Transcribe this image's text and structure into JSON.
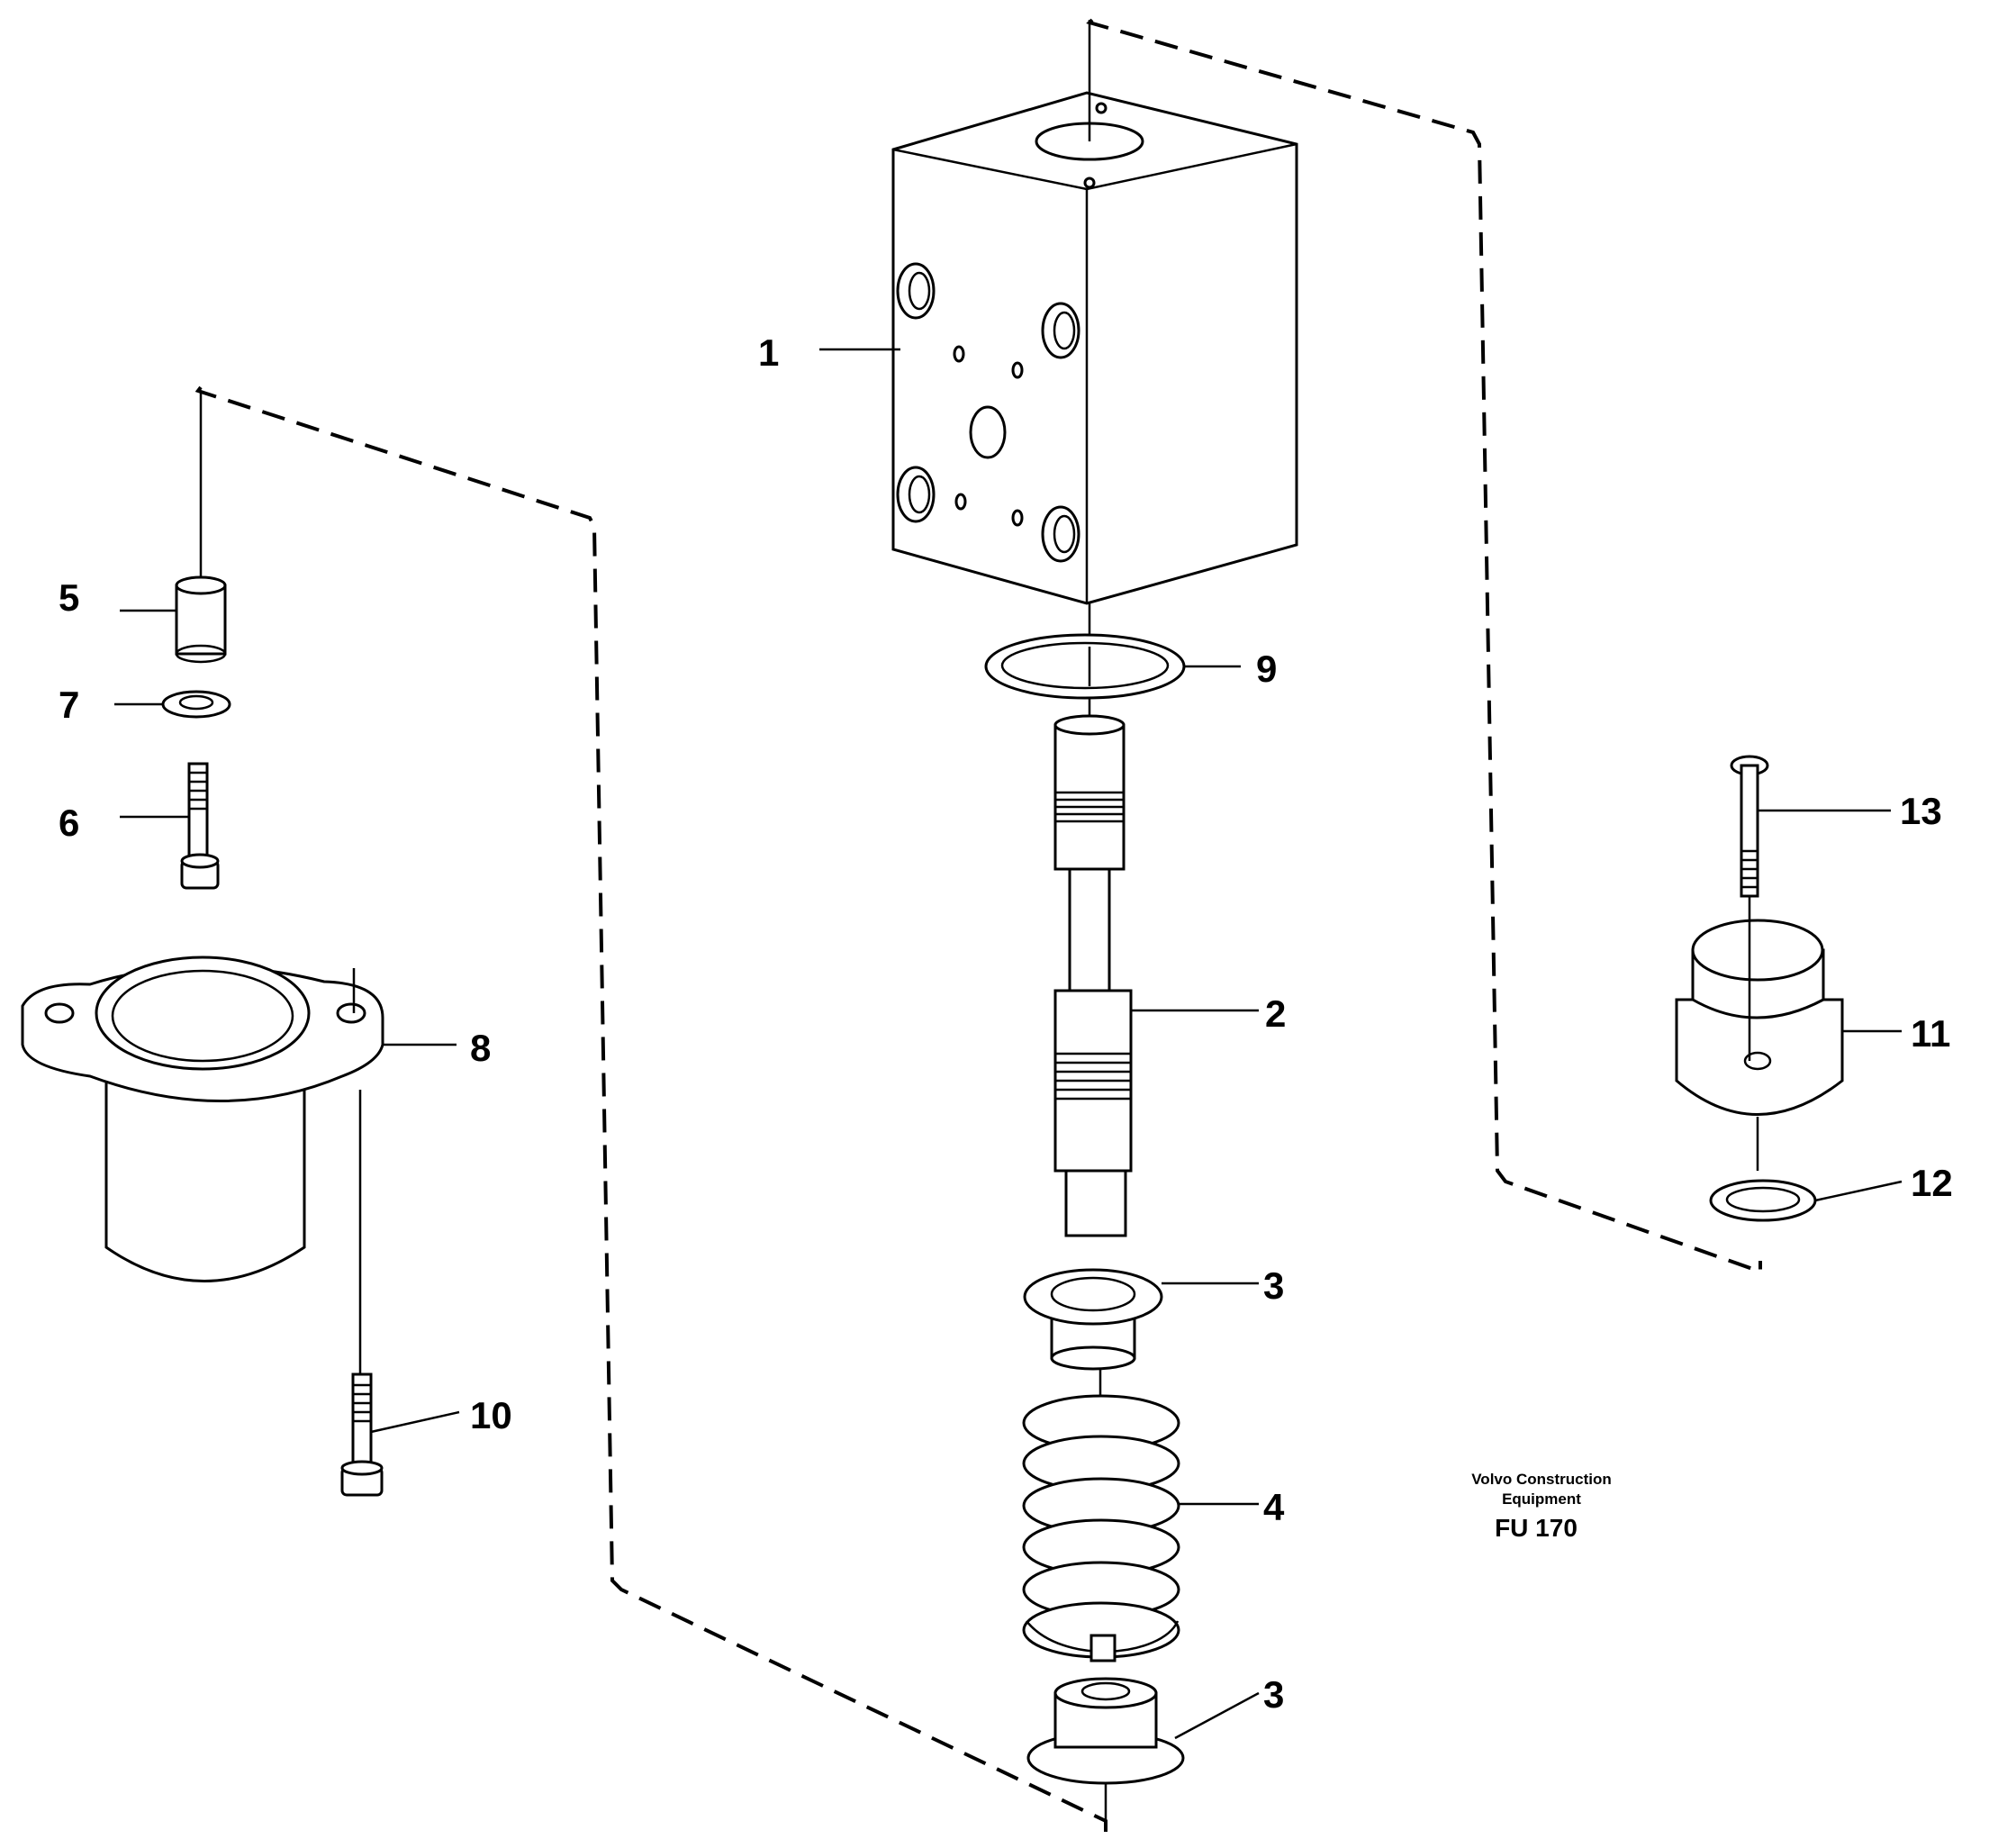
{
  "diagram": {
    "callouts": [
      {
        "id": "c1",
        "text": "1"
      },
      {
        "id": "c2",
        "text": "2"
      },
      {
        "id": "c3a",
        "text": "3"
      },
      {
        "id": "c3b",
        "text": "3"
      },
      {
        "id": "c4",
        "text": "4"
      },
      {
        "id": "c5",
        "text": "5"
      },
      {
        "id": "c6",
        "text": "6"
      },
      {
        "id": "c7",
        "text": "7"
      },
      {
        "id": "c8",
        "text": "8"
      },
      {
        "id": "c9",
        "text": "9"
      },
      {
        "id": "c10",
        "text": "10"
      },
      {
        "id": "c11",
        "text": "11"
      },
      {
        "id": "c12",
        "text": "12"
      },
      {
        "id": "c13",
        "text": "13"
      }
    ],
    "footer": {
      "brand_line1": "Volvo Construction",
      "brand_line2": "Equipment",
      "code": "FU 170"
    }
  }
}
